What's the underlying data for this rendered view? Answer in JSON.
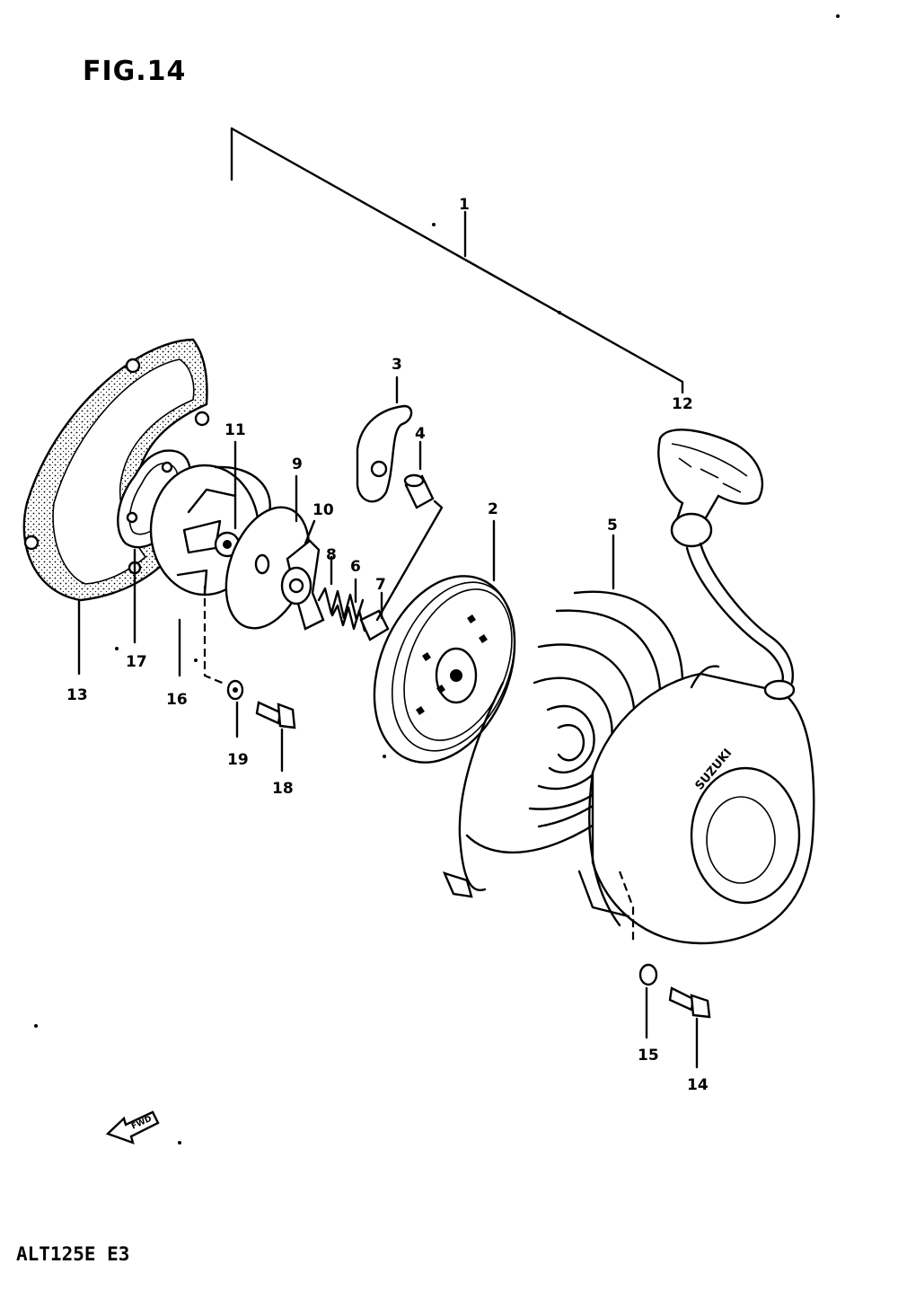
{
  "figure": {
    "title": "FIG.14",
    "model_code": "ALT125E  E3",
    "fwd_arrow_text": "FWD",
    "brand_text": "SUZUKI"
  },
  "callouts": [
    {
      "id": "c1",
      "text": "1"
    },
    {
      "id": "c2",
      "text": "2"
    },
    {
      "id": "c3",
      "text": "3"
    },
    {
      "id": "c4",
      "text": "4"
    },
    {
      "id": "c5",
      "text": "5"
    },
    {
      "id": "c6",
      "text": "6"
    },
    {
      "id": "c7",
      "text": "7"
    },
    {
      "id": "c8",
      "text": "8"
    },
    {
      "id": "c9",
      "text": "9"
    },
    {
      "id": "c10",
      "text": "10"
    },
    {
      "id": "c11",
      "text": "11"
    },
    {
      "id": "c12",
      "text": "12"
    },
    {
      "id": "c13",
      "text": "13"
    },
    {
      "id": "c14",
      "text": "14"
    },
    {
      "id": "c15",
      "text": "15"
    },
    {
      "id": "c16",
      "text": "16"
    },
    {
      "id": "c17",
      "text": "17"
    },
    {
      "id": "c18",
      "text": "18"
    },
    {
      "id": "c19",
      "text": "19"
    }
  ]
}
